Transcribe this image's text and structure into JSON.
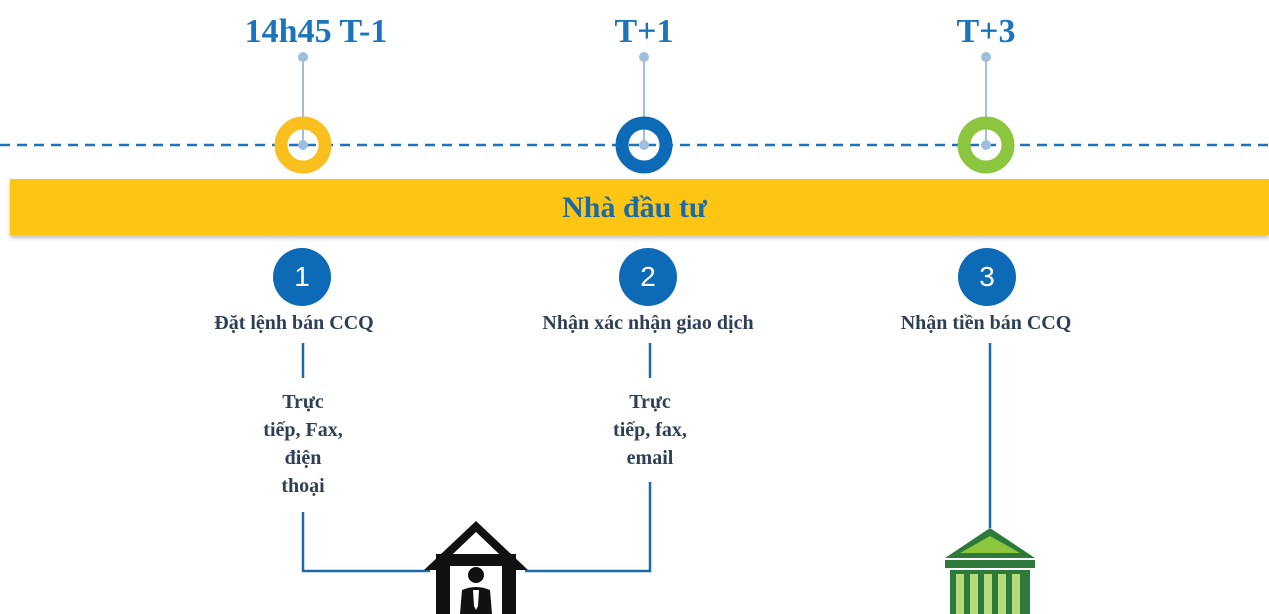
{
  "timeline": {
    "milestones": [
      {
        "label": "14h45 T-1",
        "color": "#f9bf1e"
      },
      {
        "label": "T+1",
        "color": "#0d6ab7"
      },
      {
        "label": "T+3",
        "color": "#8cc63f"
      }
    ]
  },
  "banner": {
    "title": "Nhà đầu tư"
  },
  "steps": [
    {
      "number": "1",
      "title": "Đặt lệnh bán CCQ",
      "channels": [
        "Trực",
        "tiếp, Fax,",
        "điện",
        "thoại"
      ]
    },
    {
      "number": "2",
      "title": "Nhận xác nhận giao dịch",
      "channels": [
        "Trực",
        "tiếp, fax,",
        "email"
      ]
    },
    {
      "number": "3",
      "title": "Nhận tiền bán CCQ"
    }
  ],
  "icons": {
    "fund_company": "house-person-icon",
    "bank": "bank-icon"
  },
  "colors": {
    "blue": "#1b75bc",
    "yellow": "#fdc514",
    "green": "#8cc63f",
    "dark_text": "#2e4057",
    "connector_line": "#1b6aa8"
  }
}
